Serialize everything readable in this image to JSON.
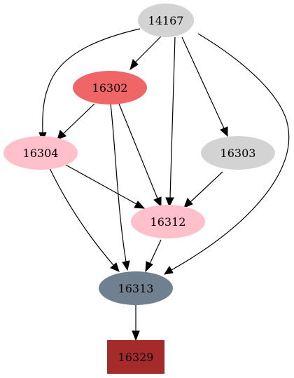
{
  "nodes": [
    {
      "id": "n14167",
      "label": "14167",
      "shape": "ellipse",
      "color": "#d3d3d3"
    },
    {
      "id": "n16302",
      "label": "16302",
      "shape": "ellipse",
      "color": "#f06666"
    },
    {
      "id": "n16304",
      "label": "16304",
      "shape": "ellipse",
      "color": "#ffc0cb"
    },
    {
      "id": "n16303",
      "label": "16303",
      "shape": "ellipse",
      "color": "#d3d3d3"
    },
    {
      "id": "n16312",
      "label": "16312",
      "shape": "ellipse",
      "color": "#ffc0cb"
    },
    {
      "id": "n16313",
      "label": "16313",
      "shape": "ellipse",
      "color": "#708090"
    },
    {
      "id": "n16329",
      "label": "16329",
      "shape": "box",
      "color": "#a52a2a"
    }
  ],
  "edges": [
    {
      "from": "14167",
      "to": "16302"
    },
    {
      "from": "14167",
      "to": "16304"
    },
    {
      "from": "14167",
      "to": "16312"
    },
    {
      "from": "14167",
      "to": "16303"
    },
    {
      "from": "14167",
      "to": "16313"
    },
    {
      "from": "16302",
      "to": "16304"
    },
    {
      "from": "16302",
      "to": "16312"
    },
    {
      "from": "16302",
      "to": "16313"
    },
    {
      "from": "16304",
      "to": "16312"
    },
    {
      "from": "16304",
      "to": "16313"
    },
    {
      "from": "16303",
      "to": "16312"
    },
    {
      "from": "16312",
      "to": "16313"
    },
    {
      "from": "16313",
      "to": "16329"
    }
  ]
}
